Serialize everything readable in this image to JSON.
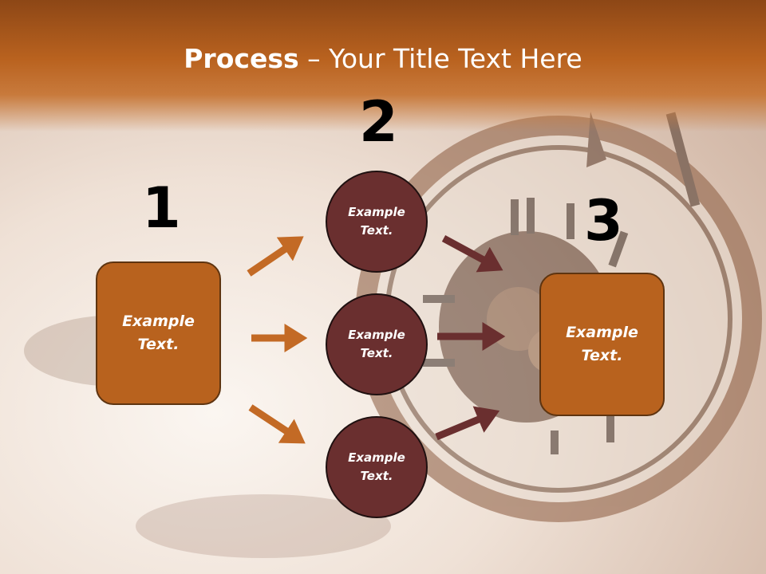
{
  "title": {
    "bold": "Process",
    "rest": " – Your Title Text Here"
  },
  "numbers": [
    "1",
    "2",
    "3"
  ],
  "step1": {
    "text": "Example\nText."
  },
  "step2": [
    {
      "text": "Example\nText."
    },
    {
      "text": "Example\nText."
    },
    {
      "text": "Example\nText."
    }
  ],
  "step3": {
    "text": "Example\nText."
  },
  "colors": {
    "orange": "#b8621e",
    "maroon": "#6a2f2f",
    "header": "#b9621f"
  }
}
